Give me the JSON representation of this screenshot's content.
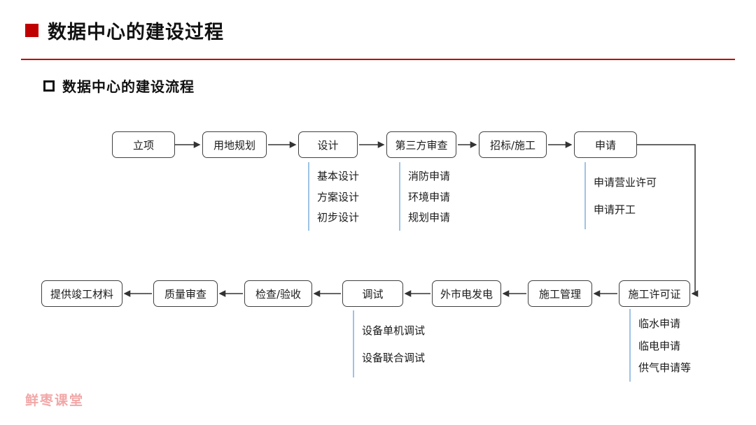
{
  "page": {
    "title": "数据中心的建设过程",
    "subtitle": "数据中心的建设流程",
    "watermark": "鲜枣课堂"
  },
  "flow": {
    "top_row": [
      {
        "label": "立项"
      },
      {
        "label": "用地规划"
      },
      {
        "label": "设计"
      },
      {
        "label": "第三方审查"
      },
      {
        "label": "招标/施工"
      },
      {
        "label": "申请"
      }
    ],
    "bottom_row": [
      {
        "label": "施工许可证"
      },
      {
        "label": "施工管理"
      },
      {
        "label": "外市电发电"
      },
      {
        "label": "调试"
      },
      {
        "label": "检查/验收"
      },
      {
        "label": "质量审查"
      },
      {
        "label": "提供竣工材料"
      }
    ],
    "sublists": {
      "design": {
        "items": [
          "基本设计",
          "方案设计",
          "初步设计"
        ]
      },
      "third_party": {
        "items": [
          "消防申请",
          "环境申请",
          "规划申请"
        ]
      },
      "application": {
        "items": [
          "申请营业许可",
          "申请开工"
        ]
      },
      "commissioning": {
        "items": [
          "设备单机调试",
          "设备联合调试"
        ]
      },
      "permit": {
        "items": [
          "临水申请",
          "临电申请",
          "供气申请等"
        ]
      }
    }
  },
  "colors": {
    "accent_red": "#c00000",
    "line_blue": "#9dc3e6",
    "watermark_pink": "#f2a7a7",
    "node_border": "#404040"
  }
}
